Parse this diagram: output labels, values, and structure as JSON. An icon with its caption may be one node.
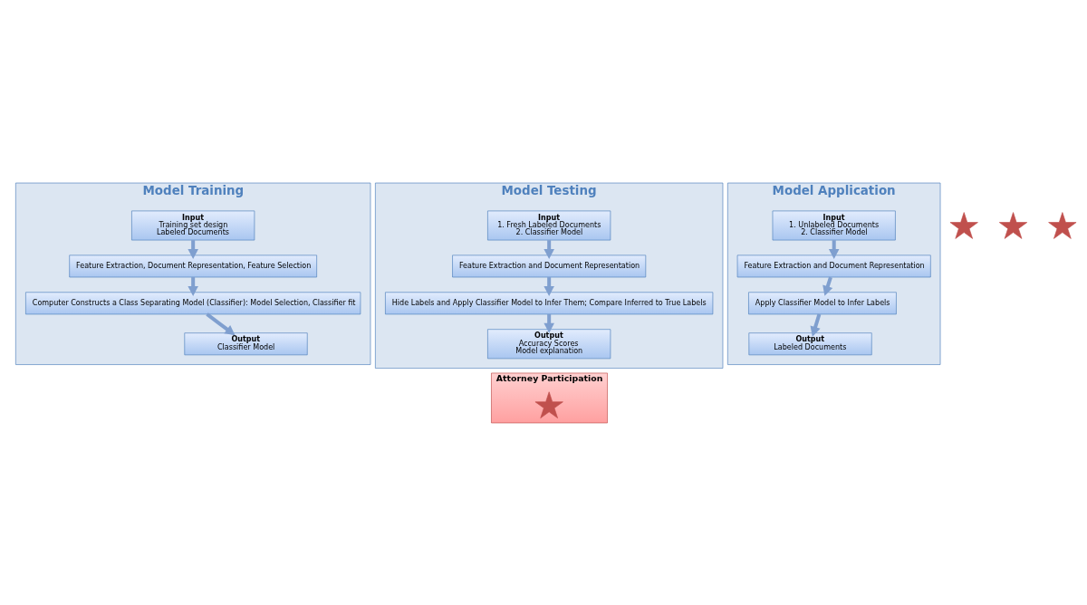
{
  "diagram": {
    "nodes": [
      {
        "text": [
          "Model Training"
        ]
      },
      {
        "text": [
          "Input",
          "Training set design",
          "Labeled Documents"
        ],
        "in": 0
      },
      {
        "text": [
          "Feature Extraction, Document Representation, Feature Selection"
        ],
        "in": 0
      },
      {
        "text": [
          "Computer Constructs a Class Separating Model (Classifier): Model Selection, Classifier fit"
        ],
        "in": 0
      },
      {
        "text": [
          "Output",
          "Classifier Model"
        ],
        "in": 0
      },
      {
        "text": [
          "Model Testing"
        ]
      },
      {
        "text": [
          "Input",
          "1. Fresh Labeled Documents",
          "2. Classifier Model"
        ],
        "in": 5
      },
      {
        "text": [
          "Feature Extraction and Document Representation"
        ],
        "in": 5
      },
      {
        "text": [
          "Hide Labels and Apply Classifier Model to Infer Them; Compare Inferred to True Labels"
        ],
        "in": 5
      },
      {
        "text": [
          "Output",
          "Accuracy Scores",
          "Model explanation"
        ],
        "in": 5
      },
      {
        "text": [
          "Model Application"
        ]
      },
      {
        "text": [
          "Input",
          "1. Unlabeled Documents",
          "2. Classifier Model"
        ],
        "in": 10
      },
      {
        "text": [
          "Feature Extraction and Document Representation"
        ],
        "in": 10
      },
      {
        "text": [
          "Apply Classifier Model to Infer Labels"
        ],
        "in": 10
      },
      {
        "text": [
          "Output",
          "Labeled Documents"
        ],
        "in": 10
      },
      {
        "text": [],
        "shape": "star"
      },
      {
        "text": [],
        "shape": "star"
      },
      {
        "text": [],
        "shape": "star"
      },
      {
        "text": [
          "Attorney Participation"
        ]
      },
      {
        "text": [],
        "shape": "star",
        "in": 18
      }
    ],
    "edges": [
      {
        "from": 1,
        "to": 2,
        "arrow": "to"
      },
      {
        "from": 2,
        "to": 3,
        "arrow": "to"
      },
      {
        "from": 3,
        "to": 4,
        "arrow": "to"
      },
      {
        "from": 6,
        "to": 7,
        "arrow": "to"
      },
      {
        "from": 7,
        "to": 8,
        "arrow": "to"
      },
      {
        "from": 8,
        "to": 9,
        "arrow": "to"
      },
      {
        "from": 11,
        "to": 12,
        "arrow": "to"
      },
      {
        "from": 12,
        "to": 13,
        "arrow": "to"
      },
      {
        "from": 13,
        "to": 14,
        "arrow": "to"
      }
    ]
  }
}
